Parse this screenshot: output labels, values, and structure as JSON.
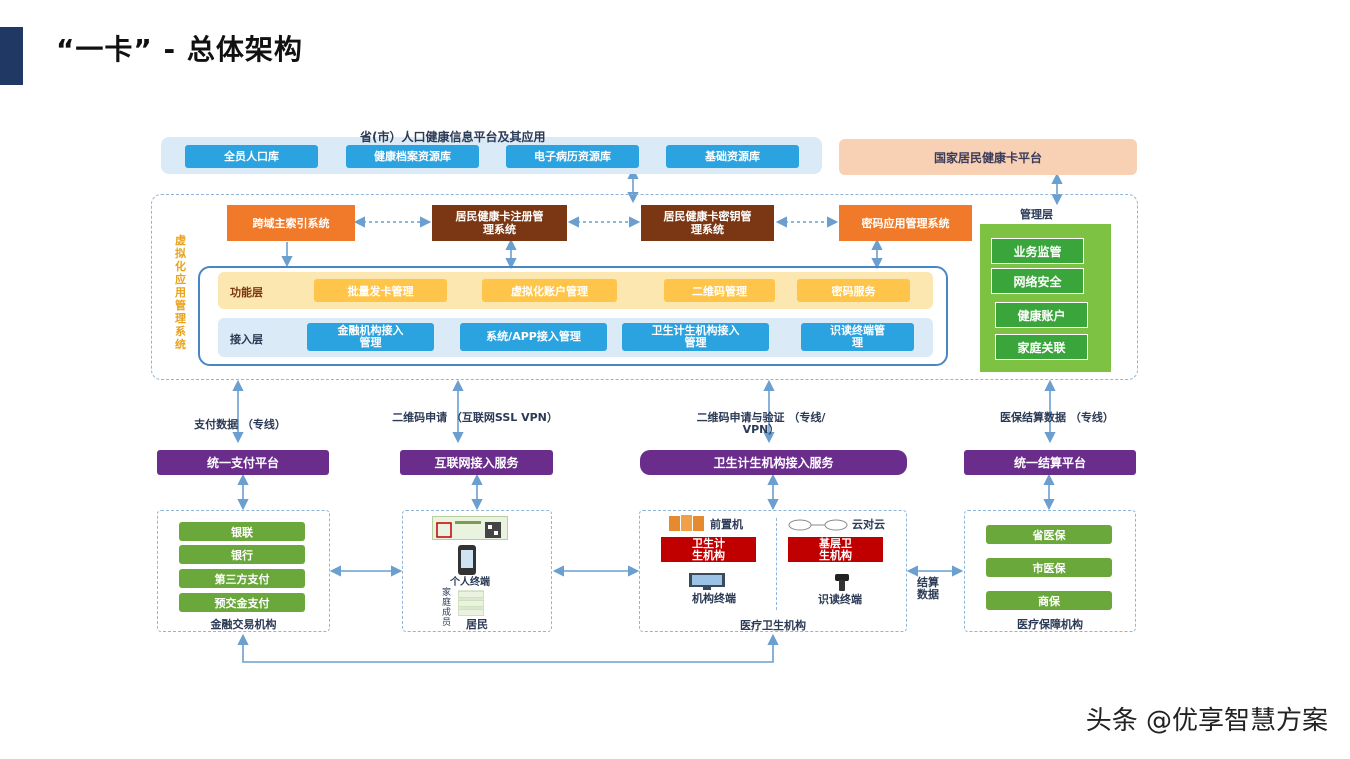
{
  "header": {
    "title": "“一卡” - 总体架构"
  },
  "diagram": {
    "provincial_platform": {
      "title": "省(市）人口健康信息平台及其应用",
      "items": [
        "全员人口库",
        "健康档案资源库",
        "电子病历资源库",
        "基础资源库"
      ]
    },
    "national_platform": "国家居民健康卡平台",
    "virtual_system_label": "虚拟化应用管理系统",
    "core_systems": [
      "跨域主索引系统",
      "居民健康卡注册管理系统",
      "居民健康卡密钥管理系统",
      "密码应用管理系统"
    ],
    "function_layer": {
      "label": "功能层",
      "items": [
        "批量发卡管理",
        "虚拟化账户管理",
        "二维码管理",
        "密码服务"
      ]
    },
    "access_layer": {
      "label": "接入层",
      "items": [
        "金融机构接入管理",
        "系统/APP接入管理",
        "卫生计生机构接入管理",
        "识读终端管理"
      ]
    },
    "management_layer": {
      "label": "管理层",
      "items": [
        "业务监管",
        "网络安全",
        "健康账户",
        "家庭关联"
      ]
    },
    "links": [
      "支付数据 （专线）",
      "二维码申请 （互联网SSL VPN）",
      "二维码申请与验证 （专线/ VPN）",
      "医保结算数据 （专线）"
    ],
    "access_services": [
      "统一支付平台",
      "互联网接入服务",
      "卫生计生机构接入服务",
      "统一结算平台"
    ],
    "financial": {
      "label": "金融交易机构",
      "items": [
        "银联",
        "银行",
        "第三方支付",
        "预交金支付"
      ]
    },
    "resident": {
      "label": "居民",
      "terminal": "个人终端",
      "family": "家庭成员"
    },
    "medical": {
      "label": "医疗卫生机构",
      "front": "前置机",
      "cloud": "云对云",
      "inst1": "卫生计生机构",
      "inst2": "基层卫生机构",
      "term1": "机构终端",
      "term2": "识读终端"
    },
    "settle_label": "结算数据",
    "insurance": {
      "label": "医疗保障机构",
      "items": [
        "省医保",
        "市医保",
        "商保"
      ]
    }
  },
  "watermark": "头条 @优享智慧方案",
  "colors": {
    "accent": "#1f3864",
    "chip_blue": "#2aa3e0",
    "orange": "#f07a2a",
    "brown": "#7b3714",
    "purple": "#6b2d8c",
    "green": "#6aa83b",
    "mgmt_green": "#7dc242",
    "red": "#c00000",
    "yellow": "#ffc54a",
    "arrow": "#6a9fd0"
  }
}
